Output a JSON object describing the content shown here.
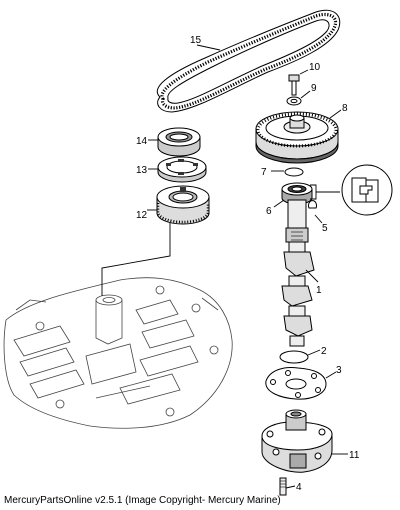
{
  "callouts": [
    "15",
    "10",
    "9",
    "8",
    "14",
    "13",
    "7",
    "12",
    "6",
    "5",
    "1",
    "2",
    "3",
    "11",
    "4"
  ],
  "caption": "MercuryPartsOnline v2.5.1 (Image Copyright- Mercury Marine)"
}
